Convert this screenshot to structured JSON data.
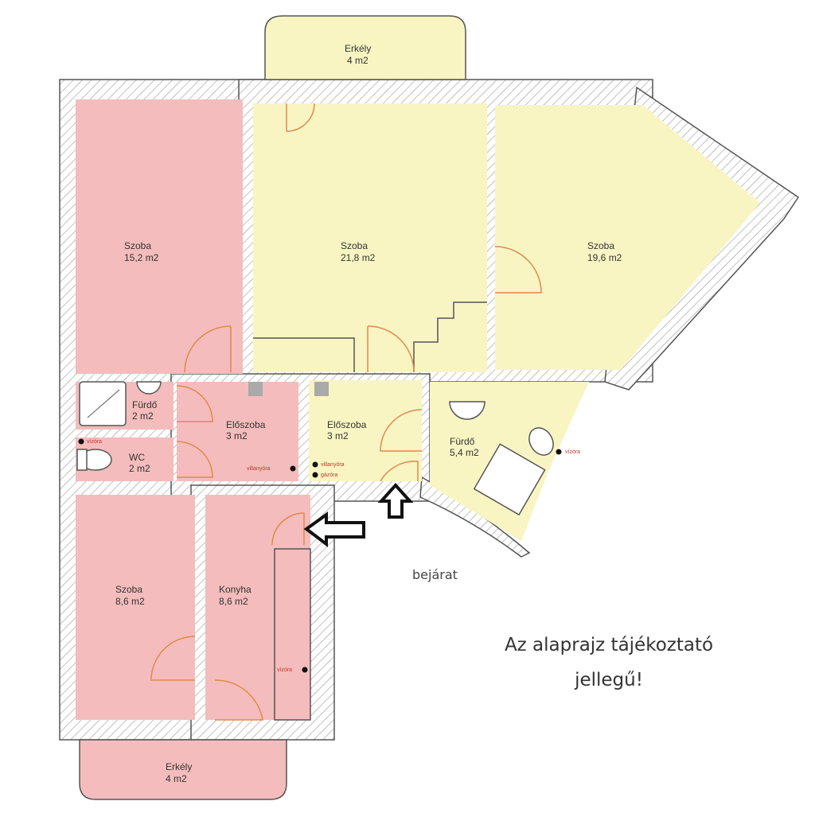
{
  "colors": {
    "pink": "#f4bcbc",
    "yellow": "#f8f5c3",
    "wall": "#555555",
    "door": "#e08a4a",
    "meter_text": "#c0392b"
  },
  "rooms": {
    "balcony_top": {
      "name": "Erkély",
      "area": "4 m2"
    },
    "room_left": {
      "name": "Szoba",
      "area": "15,2 m2"
    },
    "room_middle": {
      "name": "Szoba",
      "area": "21,8 m2"
    },
    "room_right": {
      "name": "Szoba",
      "area": "19,6 m2"
    },
    "bath_small": {
      "name": "Fürdő",
      "area": "2 m2"
    },
    "wc": {
      "name": "WC",
      "area": "2 m2"
    },
    "hall_pink": {
      "name": "Előszoba",
      "area": "3 m2"
    },
    "hall_yellow": {
      "name": "Előszoba",
      "area": "3 m2"
    },
    "bath_large": {
      "name": "Fürdő",
      "area": "5,4 m2"
    },
    "room_small": {
      "name": "Szoba",
      "area": "8,6 m2"
    },
    "kitchen": {
      "name": "Konyha",
      "area": "8,6 m2"
    },
    "balcony_bottom": {
      "name": "Erkély",
      "area": "4 m2"
    }
  },
  "meters": {
    "water_wc": "vízóra",
    "electric_pink": "villanyóra",
    "electric_yellow": "villanyóra",
    "gas_yellow": "gázóra",
    "water_bath": "vízóra",
    "water_kitchen": "vízóra"
  },
  "labels": {
    "entrance": "bejárat",
    "note_line1": "Az alaprajz tájékoztató",
    "note_line2": "jellegű!"
  }
}
